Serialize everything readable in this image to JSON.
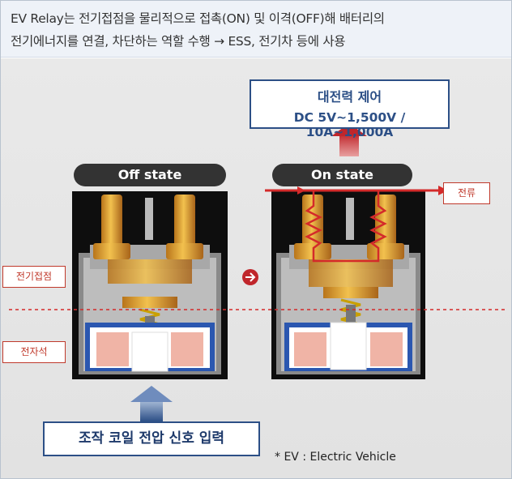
{
  "header": {
    "line1": "EV Relay는 전기접점을 물리적으로 접촉(ON) 및 이격(OFF)해 배터리의",
    "line2": "전기에너지를 연결, 차단하는 역할 수행  → ESS, 전기차 등에 사용"
  },
  "power_box": {
    "title": "대전력 제어",
    "spec": "DC 5V~1,500V / 10A~1,000A"
  },
  "states": {
    "off_label": "Off state",
    "on_label": "On state"
  },
  "labels": {
    "contact": "전기접점",
    "electromagnet": "전자석",
    "current": "전류"
  },
  "coil_input": "조작 코일 전압 신호 입력",
  "footnote": "* EV : Electric Vehicle",
  "colors": {
    "accent_blue": "#2c4f86",
    "accent_red": "#c0392b",
    "copper": "#d89a2c",
    "coil_pink": "#f0b4a6"
  }
}
